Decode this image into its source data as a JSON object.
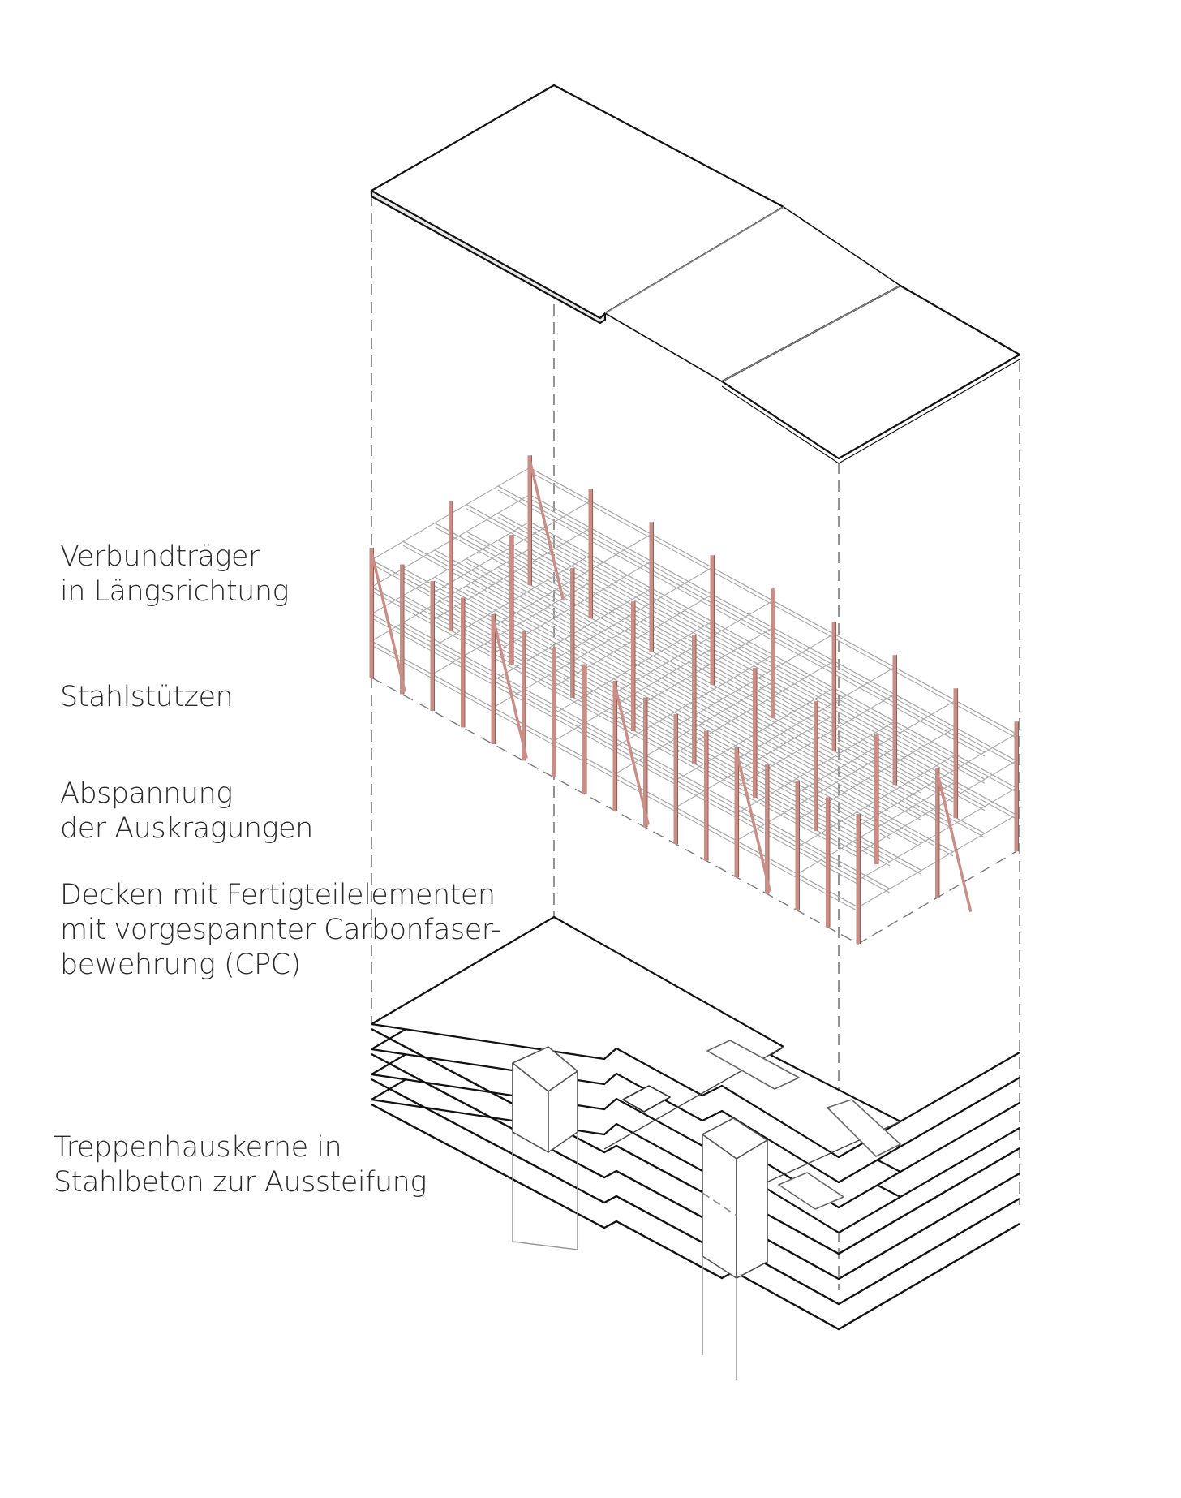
{
  "labels": {
    "verbundtraeger": [
      "Verbundträger",
      "in Längsrichtung"
    ],
    "stahlstuetzen": [
      "Stahlstützen"
    ],
    "abspannung": [
      "Abspannung",
      "der Auskragungen"
    ],
    "decken": [
      "Decken mit Fertigteilelementen",
      "mit vorgespannter Carbonfaser-",
      "bewehrung (CPC)"
    ],
    "treppenhaus": [
      "Treppenhauskerne in",
      "Stahlbeton zur Aussteifung"
    ]
  },
  "colors": {
    "outline": "#111111",
    "dashed": "#7a7a7a",
    "beam": "#a8a8a8",
    "column": "#c98f87",
    "column_edge": "#9a5b52"
  }
}
